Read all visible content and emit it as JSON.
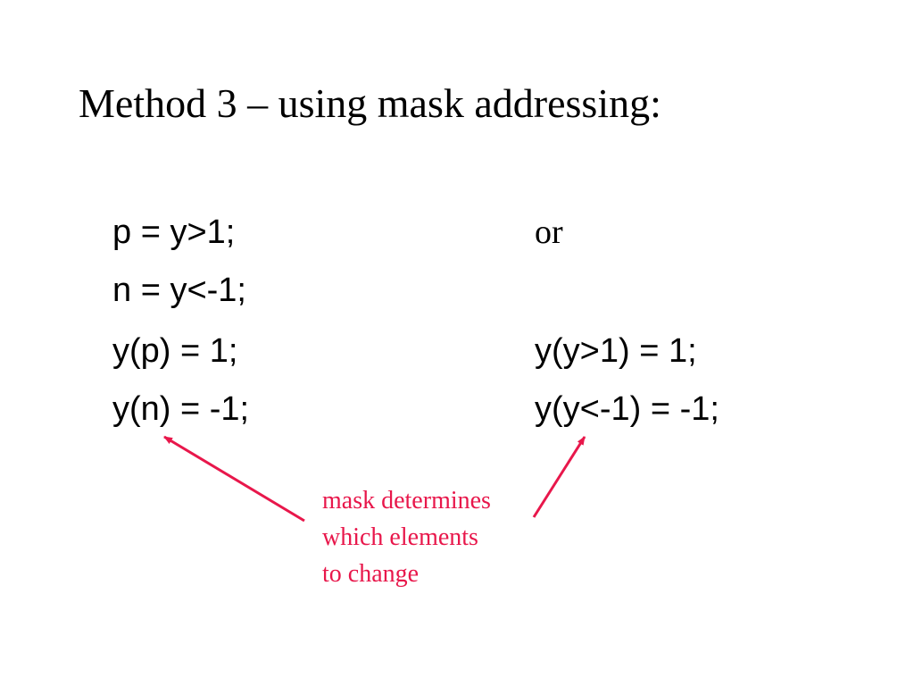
{
  "slide": {
    "title": "Method 3 – using mask addressing:",
    "left_code": [
      "p = y>1;",
      "n = y<-1;",
      "y(p) = 1;",
      "y(n) = -1;"
    ],
    "or_label": "or",
    "right_code": [
      "y(y>1) = 1;",
      "y(y<-1) = -1;"
    ],
    "annotation_lines": [
      "mask determines",
      "which elements",
      "to change"
    ],
    "annotation_color": "#e8174b"
  }
}
